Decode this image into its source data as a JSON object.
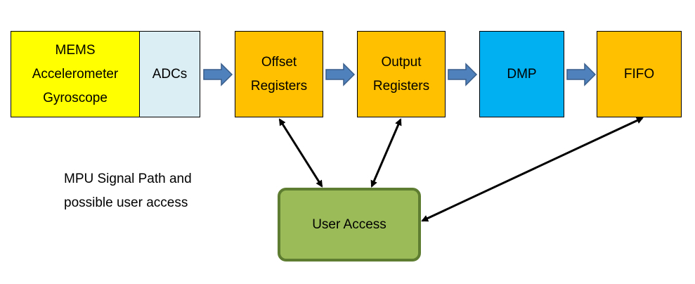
{
  "blocks": {
    "mems": {
      "lines": [
        "MEMS",
        "Accelerometer",
        "Gyroscope"
      ],
      "color": "#ffff00"
    },
    "adcs": {
      "label": "ADCs",
      "color": "#dbeef4"
    },
    "offset": {
      "lines": [
        "Offset",
        "Registers"
      ],
      "color": "#ffc000"
    },
    "output": {
      "lines": [
        "Output",
        "Registers"
      ],
      "color": "#ffc000"
    },
    "dmp": {
      "label": "DMP",
      "color": "#00b0f0"
    },
    "fifo": {
      "label": "FIFO",
      "color": "#ffc000"
    },
    "user_access": {
      "label": "User Access",
      "color": "#9bbb59"
    }
  },
  "caption": {
    "lines": [
      "MPU Signal Path and",
      "possible user access"
    ]
  },
  "colors": {
    "flow_arrow_fill": "#4f81bd",
    "flow_arrow_stroke": "#385d8a",
    "access_arrow": "#000000"
  }
}
